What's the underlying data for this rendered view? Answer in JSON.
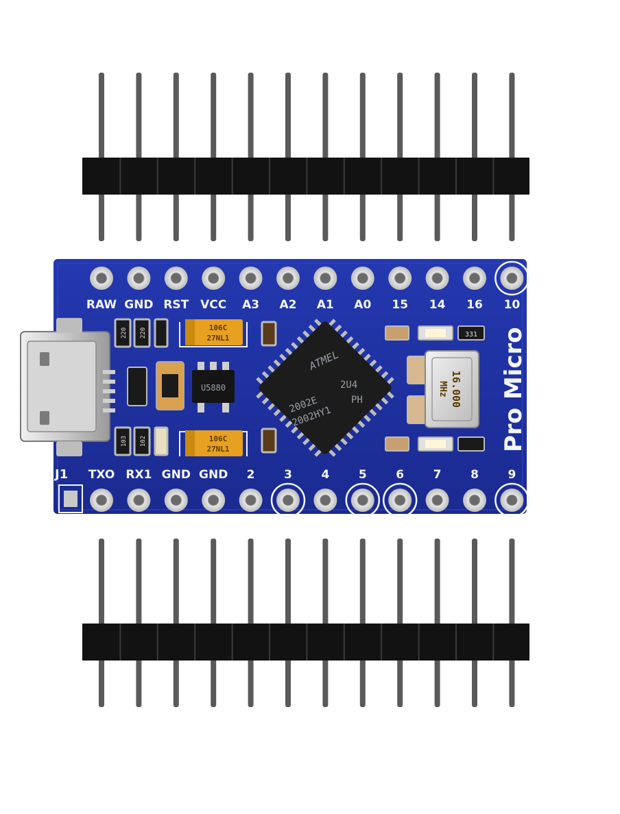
{
  "board": {
    "name": "Pro Micro",
    "top_labels": [
      "RAW",
      "GND",
      "RST",
      "VCC",
      "A3",
      "A2",
      "A1",
      "A0",
      "15",
      "14",
      "16",
      "10"
    ],
    "bottom_labels": [
      "TXO",
      "RX1",
      "GND",
      "GND",
      "2",
      "3",
      "4",
      "5",
      "6",
      "7",
      "8",
      "9"
    ],
    "jumper_label": "J1",
    "mcu": {
      "line1": "2U4",
      "line2": "PH",
      "line3": "2002E",
      "line4": "2002HY1",
      "brand": "ATMEL"
    },
    "crystal": {
      "line1": "16.000",
      "line2": "MHz"
    },
    "capacitor_top": {
      "line1": "106C",
      "line2": "27NL1"
    },
    "capacitor_bottom": {
      "line1": "106C",
      "line2": "27NL1"
    },
    "regulator": "U5880",
    "resistors": [
      "220",
      "220",
      "331",
      "103",
      "102"
    ],
    "colors": {
      "pcb": "#1f2f9c",
      "pin_header": "#111111",
      "pin_metal": "#555555",
      "silkscreen": "#f4f6ff",
      "capacitor": "#e8a020"
    }
  }
}
